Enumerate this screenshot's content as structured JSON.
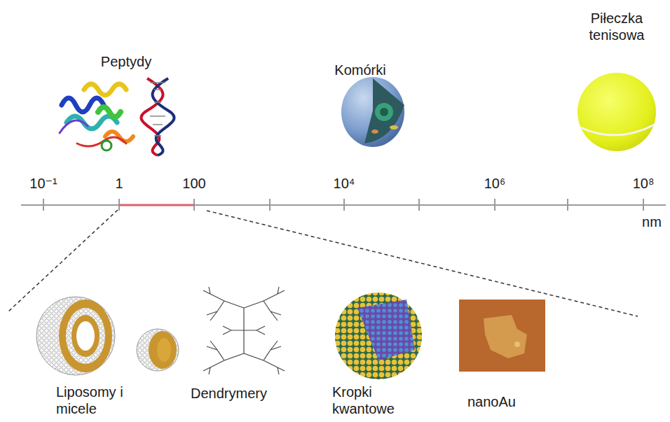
{
  "diagram": {
    "labels": [
      "Peptydy",
      "Komórki",
      "Piłeczka tenisowa",
      "10⁻¹",
      "1",
      "100",
      "10⁴",
      "10⁶",
      "10⁸",
      "nm",
      "Liposomy i micele",
      "Dendrymery",
      "Kropki kwantowe",
      "nanoAu"
    ]
  }
}
